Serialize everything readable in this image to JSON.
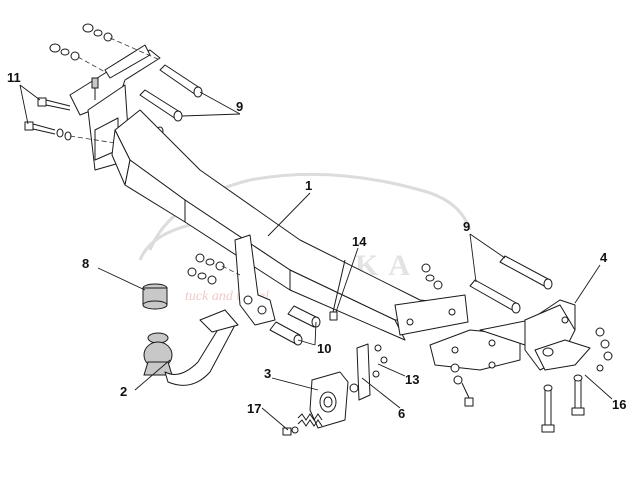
{
  "callouts": {
    "c1": "1",
    "c2": "2",
    "c3": "3",
    "c4": "4",
    "c6": "6",
    "c8": "8",
    "c9a": "9",
    "c9b": "9",
    "c10": "10",
    "c11": "11",
    "c13": "13",
    "c14": "14",
    "c16": "16",
    "c17": "17"
  },
  "watermark": {
    "name": "HAKA",
    "tagline": "tuck and travel"
  },
  "colors": {
    "line": "#1a1a1a",
    "ball_shading": "#c8c8c8",
    "watermark": "#dcdcdc"
  }
}
